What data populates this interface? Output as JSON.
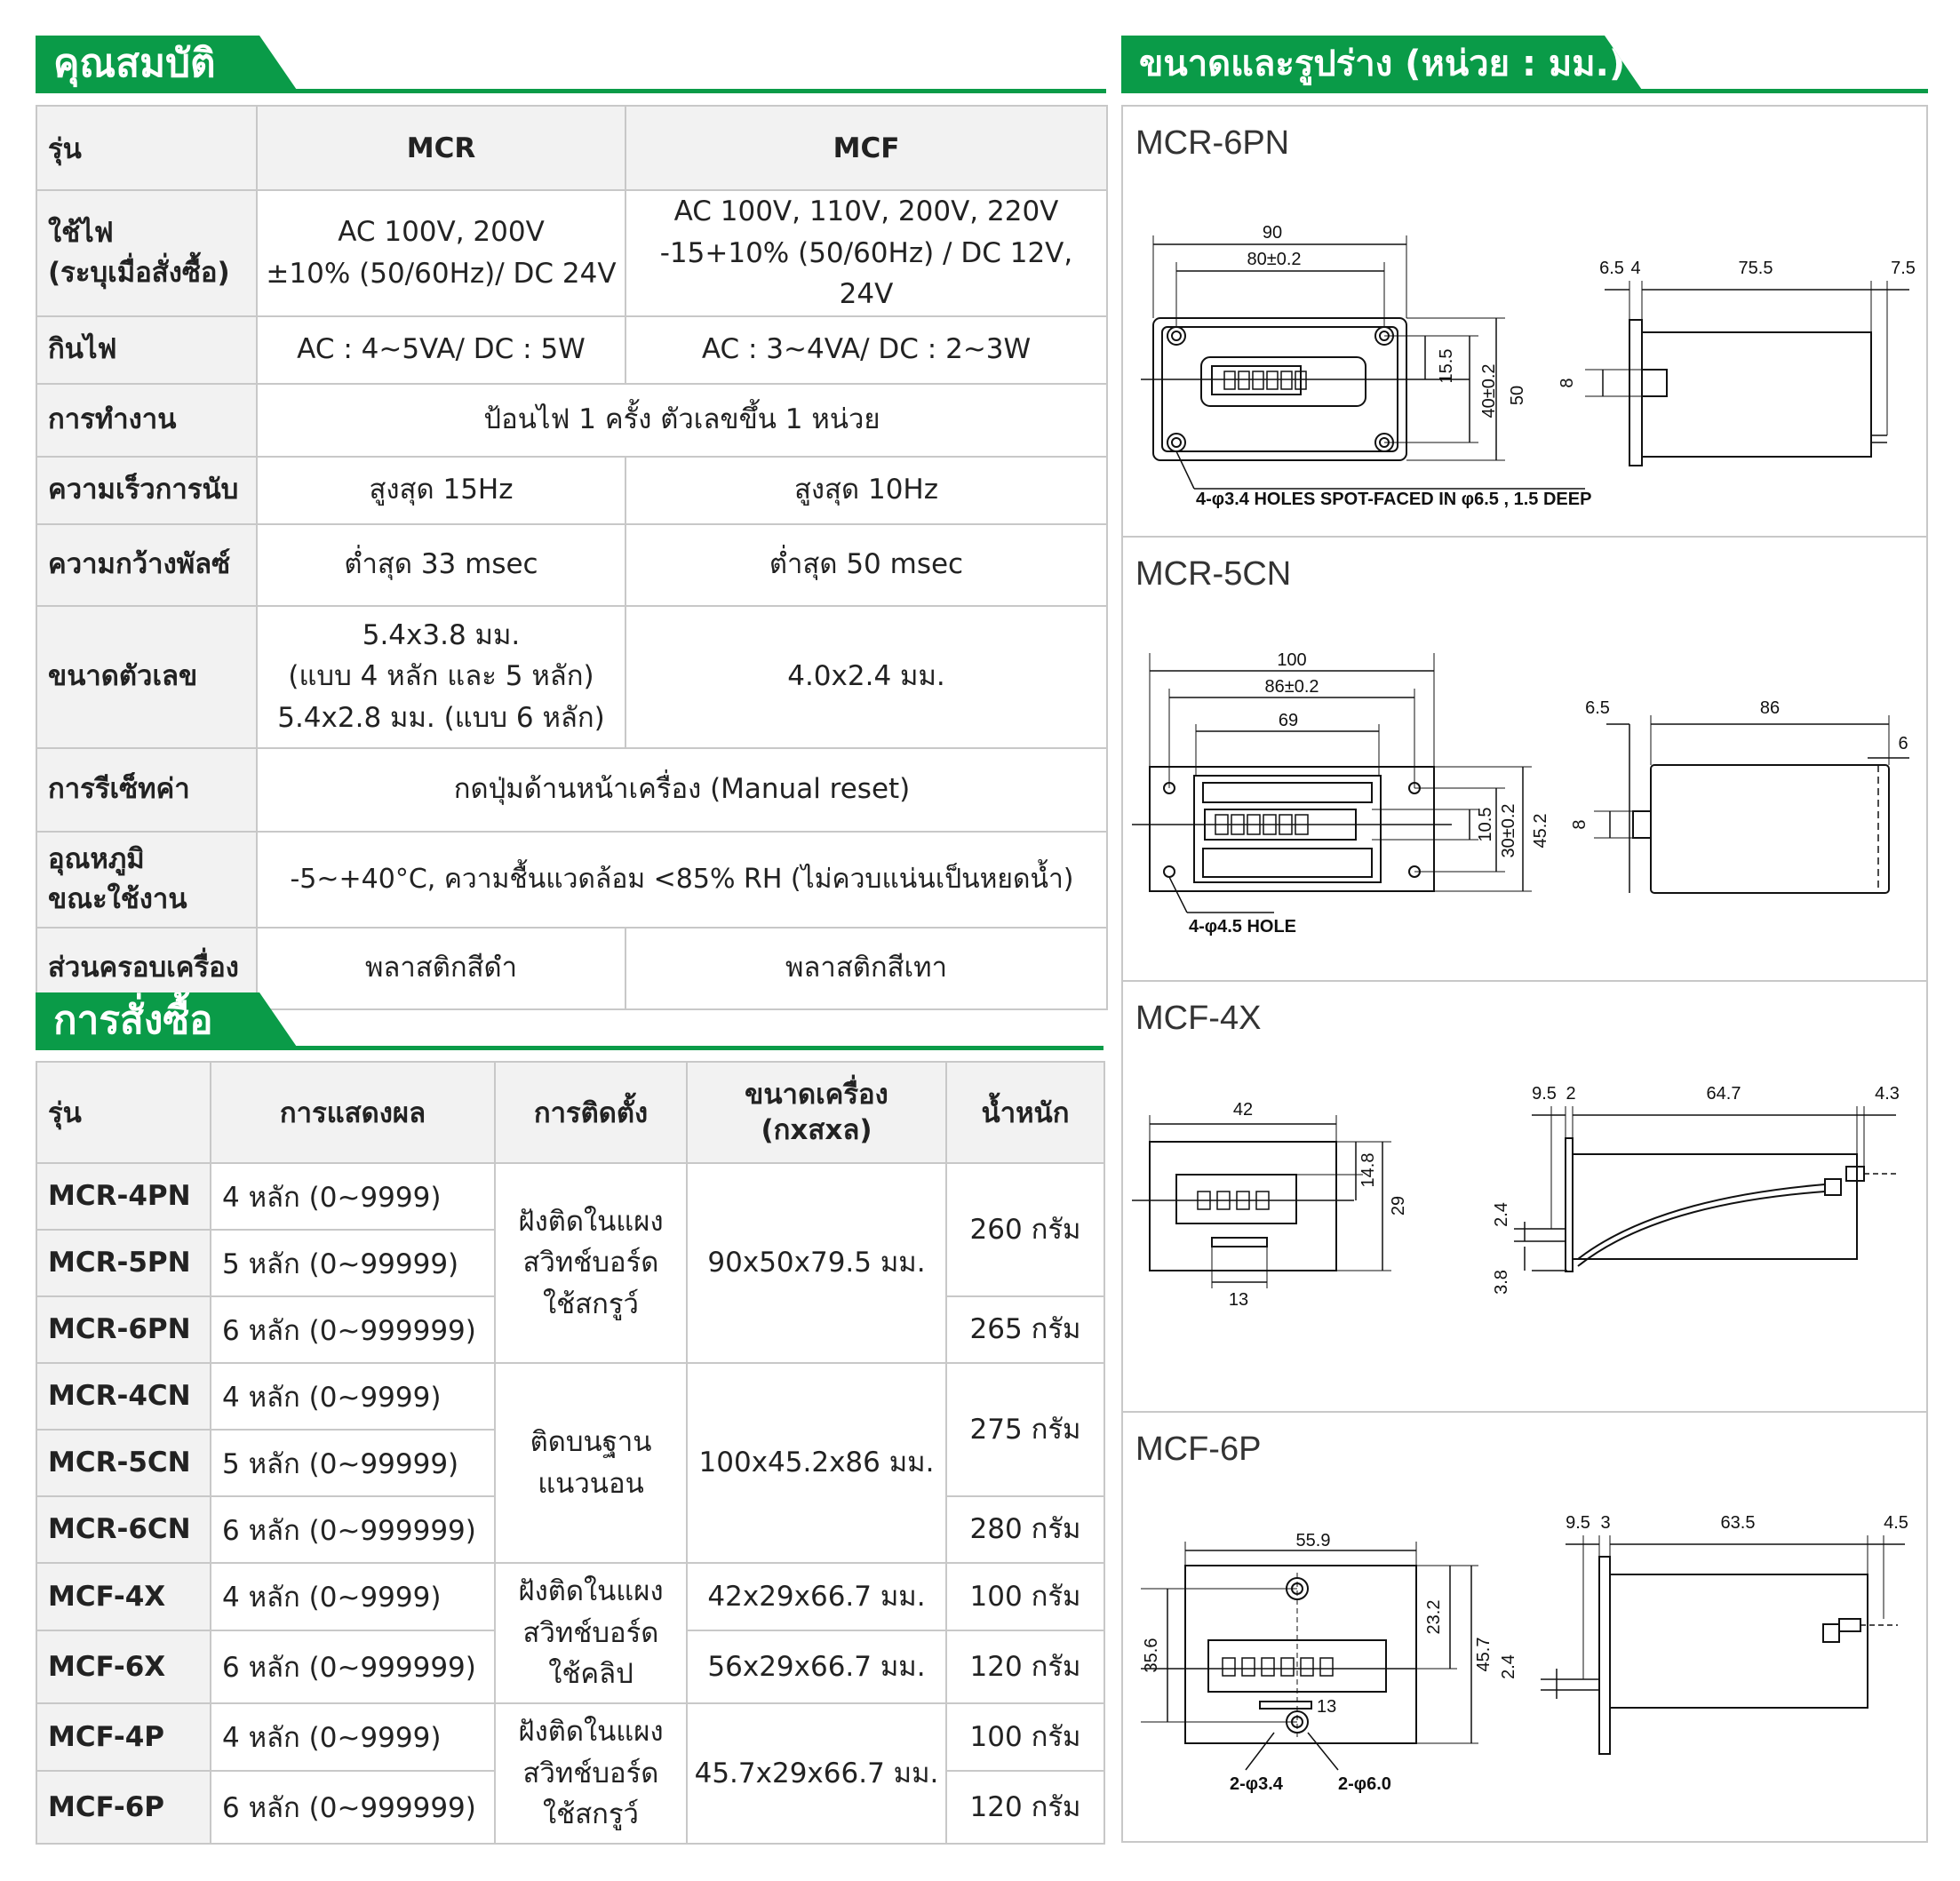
{
  "spec": {
    "heading": "คุณสมบัติ",
    "header": {
      "model": "รุ่น",
      "mcr": "MCR",
      "mcf": "MCF"
    },
    "rows": {
      "power": {
        "label": "ใช้ไฟ\n(ระบุเมื่อสั่งซื้อ)",
        "mcr": "AC 100V, 200V\n±10% (50/60Hz)/ DC 24V",
        "mcf": "AC 100V, 110V, 200V, 220V\n-15+10% (50/60Hz) / DC 12V, 24V"
      },
      "consumption": {
        "label": "กินไฟ",
        "mcr": "AC : 4~5VA/ DC : 5W",
        "mcf": "AC : 3~4VA/ DC : 2~3W"
      },
      "operation": {
        "label": "การทำงาน",
        "value": "ป้อนไฟ 1 ครั้ง ตัวเลขขึ้น 1 หน่วย"
      },
      "speed": {
        "label": "ความเร็วการนับ",
        "mcr": "สูงสุด 15Hz",
        "mcf": "สูงสุด 10Hz"
      },
      "pulse": {
        "label": "ความกว้างพัลซ์",
        "mcr": "ต่ำสุด 33 msec",
        "mcf": "ต่ำสุด 50 msec"
      },
      "digit": {
        "label": "ขนาดตัวเลข",
        "mcr": "5.4x3.8 มม.\n(แบบ 4 หลัก และ 5 หลัก)\n5.4x2.8 มม. (แบบ 6 หลัก)",
        "mcf": "4.0x2.4 มม."
      },
      "reset": {
        "label": "การรีเซ็ทค่า",
        "value": "กดปุ่มด้านหน้าเครื่อง (Manual reset)"
      },
      "temp": {
        "label": "อุณหภูมิ\nขณะใช้งาน",
        "value": "-5~+40°C, ความชื้นแวดล้อม <85% RH (ไม่ควบแน่นเป็นหยดน้ำ)"
      },
      "case": {
        "label": "ส่วนครอบเครื่อง",
        "mcr": "พลาสติกสีดำ",
        "mcf": "พลาสติกสีเทา"
      }
    }
  },
  "order": {
    "heading": "การสั่งซื้อ",
    "header": {
      "model": "รุ่น",
      "display": "การแสดงผล",
      "mount": "การติดตั้ง",
      "size": "ขนาดเครื่อง\n(กxสxล)",
      "weight": "น้ำหนัก"
    },
    "rows": [
      {
        "model": "MCR-4PN",
        "display": "4 หลัก (0~9999)"
      },
      {
        "model": "MCR-5PN",
        "display": "5 หลัก (0~99999)"
      },
      {
        "model": "MCR-6PN",
        "display": "6 หลัก (0~999999)"
      },
      {
        "model": "MCR-4CN",
        "display": "4 หลัก (0~9999)"
      },
      {
        "model": "MCR-5CN",
        "display": "5 หลัก (0~99999)"
      },
      {
        "model": "MCR-6CN",
        "display": "6 หลัก (0~999999)"
      },
      {
        "model": "MCF-4X",
        "display": "4 หลัก (0~9999)"
      },
      {
        "model": "MCF-6X",
        "display": "6 หลัก (0~999999)"
      },
      {
        "model": "MCF-4P",
        "display": "4 หลัก (0~9999)"
      },
      {
        "model": "MCF-6P",
        "display": "6 หลัก (0~999999)"
      }
    ],
    "mounts": [
      "ฝังติดในแผง\nสวิทช์บอร์ด\nใช้สกรูว์",
      "ติดบนฐาน\nแนวนอน",
      "ฝังติดในแผง\nสวิทช์บอร์ด\nใช้คลิป",
      "ฝังติดในแผง\nสวิทช์บอร์ด\nใช้สกรูว์"
    ],
    "sizes": [
      "90x50x79.5 มม.",
      "100x45.2x86 มม.",
      "42x29x66.7 มม.",
      "56x29x66.7 มม.",
      "45.7x29x66.7 มม."
    ],
    "weights": [
      "260 กรัม",
      "265 กรัม",
      "275 กรัม",
      "280 กรัม",
      "100 กรัม",
      "120 กรัม",
      "100 กรัม",
      "120 กรัม"
    ]
  },
  "dimensions": {
    "heading": "ขนาดและรูปร่าง (หน่วย : มม.)",
    "blocks": [
      {
        "title": "MCR-6PN",
        "labels": [
          "90",
          "80±0.2",
          "15.5",
          "40±0.2",
          "50",
          "4-φ3.4 HOLES SPOT-FACED IN φ6.5 , 1.5 DEEP",
          "6.5",
          "4",
          "75.5",
          "7.5",
          "8"
        ]
      },
      {
        "title": "MCR-5CN",
        "labels": [
          "100",
          "86±0.2",
          "69",
          "10.5",
          "30±0.2",
          "45.2",
          "4-φ4.5 HOLE",
          "6.5",
          "86",
          "6",
          "8"
        ]
      },
      {
        "title": "MCF-4X",
        "labels": [
          "42",
          "14.8",
          "29",
          "13",
          "9.5",
          "2",
          "64.7",
          "4.3",
          "2.4",
          "3.8"
        ]
      },
      {
        "title": "MCF-6P",
        "labels": [
          "55.9",
          "23.2",
          "35.6",
          "45.7",
          "13",
          "2-φ3.4",
          "2-φ6.0",
          "9.5",
          "3",
          "63.5",
          "4.5",
          "2.4"
        ]
      }
    ]
  },
  "colors": {
    "accent": "#0a9b48",
    "header_bg": "#f2f2f2",
    "border": "#c8c8c8"
  }
}
